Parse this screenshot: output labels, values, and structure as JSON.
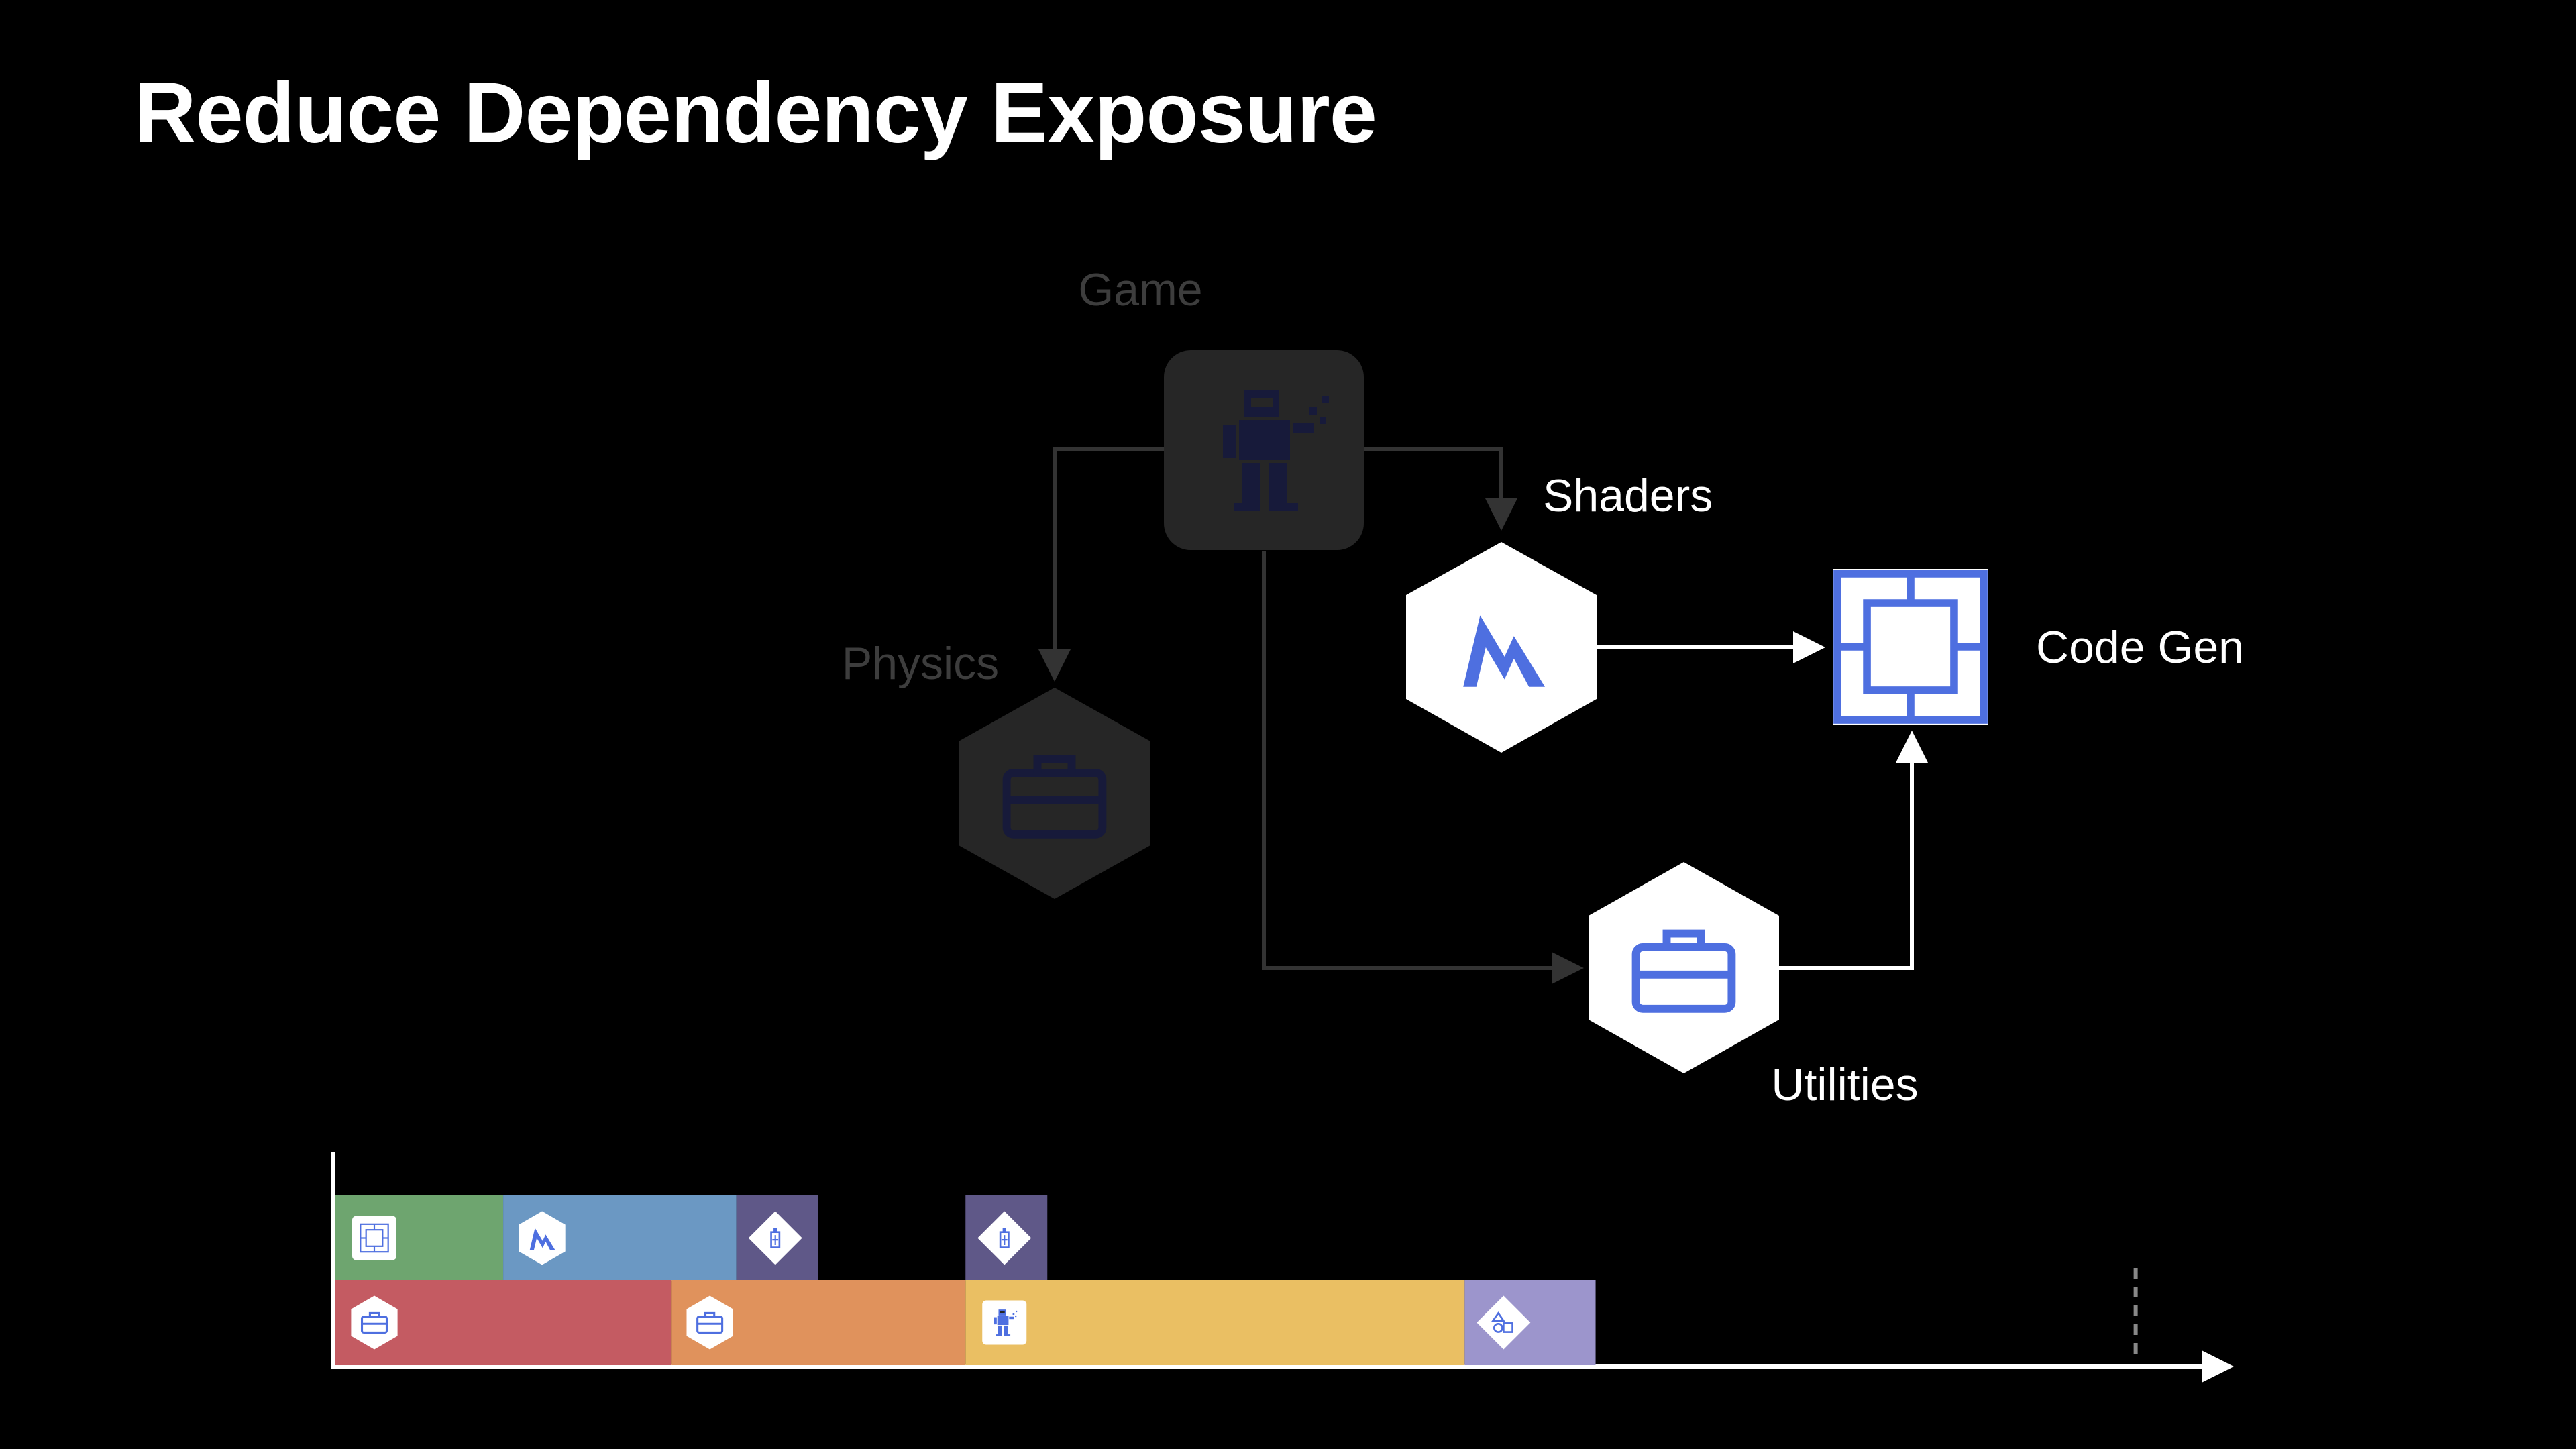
{
  "slide": {
    "title": "Reduce Dependency Exposure"
  },
  "graph": {
    "nodes": {
      "game": {
        "label": "Game",
        "icon": "game-character-icon",
        "state": "dimmed"
      },
      "physics": {
        "label": "Physics",
        "icon": "toolbox-icon",
        "state": "dimmed"
      },
      "shaders": {
        "label": "Shaders",
        "icon": "metal-icon",
        "state": "active"
      },
      "code_gen": {
        "label": "Code Gen",
        "icon": "code-gen-icon",
        "state": "active"
      },
      "utilities": {
        "label": "Utilities",
        "icon": "toolbox-icon",
        "state": "active"
      }
    },
    "edges": [
      {
        "from": "Game",
        "to": "Physics",
        "state": "dimmed"
      },
      {
        "from": "Game",
        "to": "Shaders",
        "state": "dimmed"
      },
      {
        "from": "Game",
        "to": "Utilities",
        "state": "dimmed"
      },
      {
        "from": "Shaders",
        "to": "Code Gen",
        "state": "active"
      },
      {
        "from": "Utilities",
        "to": "Code Gen",
        "state": "active"
      }
    ]
  },
  "timeline": {
    "lanes": [
      [
        {
          "task": "Code Gen",
          "icon": "code-gen-icon",
          "color": "#6ea56f",
          "start": 0.0,
          "end": 2.05
        },
        {
          "task": "Shaders",
          "icon": "metal-icon",
          "color": "#6b98c3",
          "start": 2.05,
          "end": 4.9
        },
        {
          "task": "Link",
          "icon": "linker-icon",
          "color": "#5f5888",
          "start": 4.9,
          "end": 5.9
        },
        {
          "task": "Link",
          "icon": "linker-icon",
          "color": "#5f5888",
          "start": 7.7,
          "end": 8.7
        }
      ],
      [
        {
          "task": "Physics",
          "icon": "toolbox-icon",
          "color": "#c45b62",
          "start": 0.0,
          "end": 4.1
        },
        {
          "task": "Utilities",
          "icon": "toolbox-icon",
          "color": "#e0925c",
          "start": 4.1,
          "end": 7.7
        },
        {
          "task": "Game",
          "icon": "game-character-icon",
          "color": "#eabf63",
          "start": 7.7,
          "end": 13.8
        },
        {
          "task": "App",
          "icon": "app-icon",
          "color": "#9c95cc",
          "start": 13.8,
          "end": 15.4
        }
      ]
    ],
    "marker": 22.0,
    "axis_max": 23.2
  },
  "colors": {
    "background": "#000000",
    "accent": "#4e6fe0",
    "text": "#ffffff",
    "dimmed_fill": "#262626",
    "dimmed_text": "#3d3d3d",
    "dimmed_line": "#333333"
  }
}
